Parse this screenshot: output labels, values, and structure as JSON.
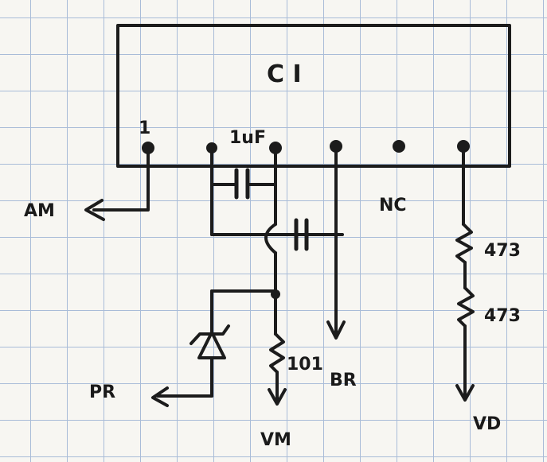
{
  "chip": {
    "label": "C I",
    "pin1_label": "1"
  },
  "labels": {
    "cap1": "1uF",
    "nc": "NC",
    "am": "AM",
    "pr": "PR",
    "vm": "VM",
    "br": "BR",
    "vd": "VD",
    "r1": "473",
    "r2": "473",
    "r3": "101"
  },
  "colors": {
    "ink": "#1c1c1c",
    "grid": "#a9bcd8",
    "paper": "#f7f6f2"
  }
}
